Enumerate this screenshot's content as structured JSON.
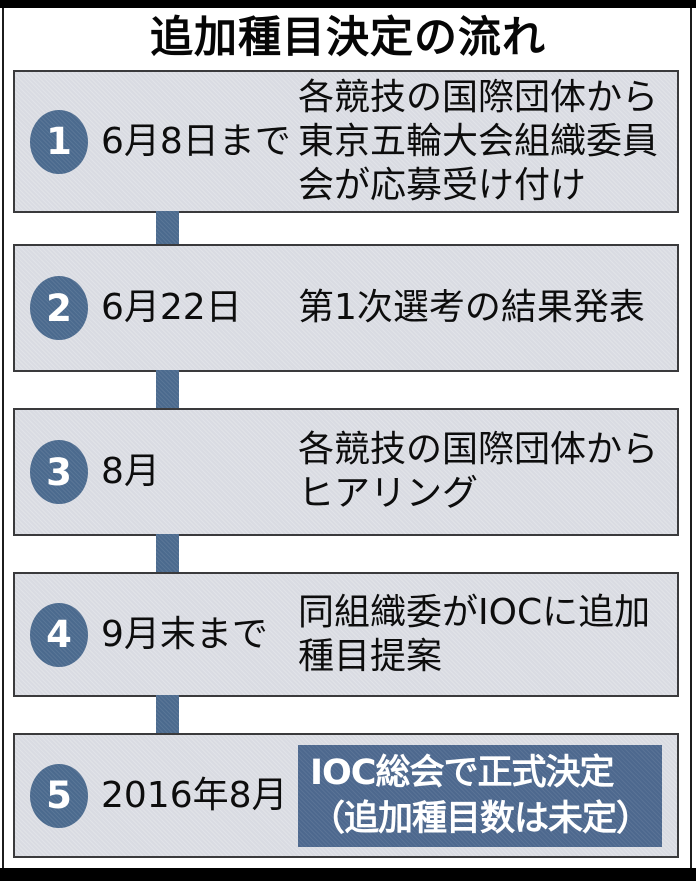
{
  "figure": {
    "title": "追加種目決定の流れ"
  },
  "colors": {
    "accent": "#4b6a8e",
    "box_background": "#d9dbe2",
    "box_border": "#3a3a3c",
    "frame_black": "#000000",
    "text": "#111111",
    "highlight_background": "#4d688e",
    "highlight_text": "#ffffff"
  },
  "steps": [
    {
      "number": "1",
      "date": "6月8日まで",
      "description": "各競技の国際団体から東京五輪大会組織委員会が応募受け付け"
    },
    {
      "number": "2",
      "date": "6月22日",
      "description": "第1次選考の結果発表"
    },
    {
      "number": "3",
      "date": "8月",
      "description": "各競技の国際団体からヒアリング"
    },
    {
      "number": "4",
      "date": "9月末まで",
      "description": "同組織委がIOCに追加種目提案"
    },
    {
      "number": "5",
      "date": "2016年8月",
      "description": "IOC総会で正式決定\n（追加種目数は未定）"
    }
  ]
}
